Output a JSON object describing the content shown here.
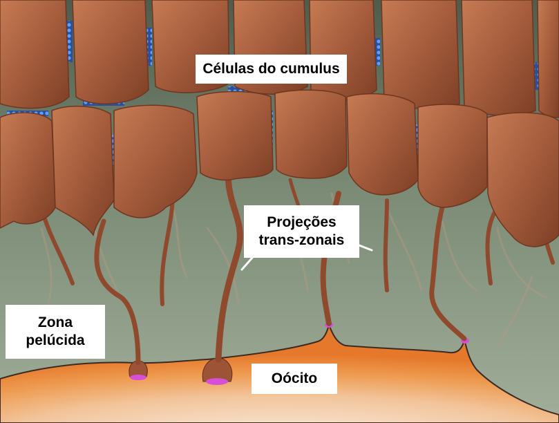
{
  "labels": {
    "cumulus": "Células do cumulus",
    "tzp_line1": "Projeções",
    "tzp_line2": "trans-zonais",
    "zona_line1": "Zona",
    "zona_line2": "pelúcida",
    "oocito": "Oócito"
  },
  "colors": {
    "cell": "#a0583a",
    "cell_light": "#c0764f",
    "gap_junction": "#3f86e0",
    "zona": "#7d8c78",
    "oocyte": "#e98a3a",
    "contact": "#d64fd6"
  }
}
